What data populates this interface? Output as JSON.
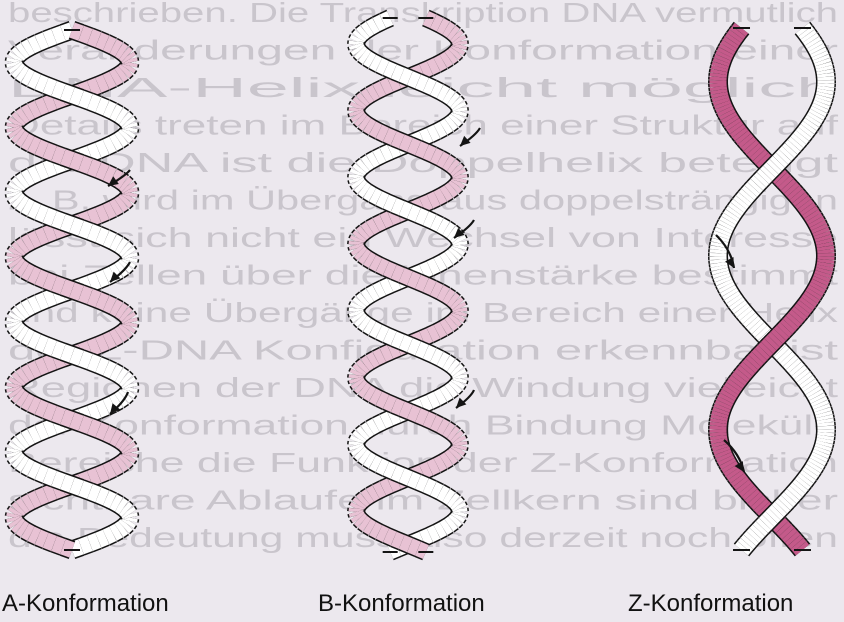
{
  "background": {
    "page_color": "#ece8ee",
    "text_color": "#c9c5cc",
    "text_lines": [
      "beschrieben. Die Transkription DNA vermutlich",
      "Veränderungen der Konformation einer",
      "DNA-Helix leicht möglich",
      "Details treten im Bereich einer Struktur auf",
      "der DNA ist die Doppelhelix beteiligt",
      "z. B. wird im Übergang aus doppelsträngigen",
      "lässt sich nicht ein Wechsel von Interesse",
      "bei Zellen über die Ionenstärke bestimmt",
      "und keine Übergänge im Bereich einer Helix",
      "der Z-DNA Konfiguration erkennbar ist",
      "Regionen der DNA die Windung vielleicht",
      "der Konformation durch Bindung Moleküle",
      "Bereiche die Funktion der Z-Konformation",
      "sichtbare Ablaufe im Zellkern sind bisher",
      "die Bedeutung muss also derzeit noch offen"
    ]
  },
  "colors": {
    "pink_light": "#e8c2d4",
    "magenta": "#c45a8a",
    "white_strand": "#ffffff",
    "outline": "#141414"
  },
  "helices": [
    {
      "id": "a",
      "label": "A-Konformation",
      "type": "right-handed",
      "arrows": 3,
      "strand_colors": [
        "pink_light",
        "white_strand"
      ]
    },
    {
      "id": "b",
      "label": "B-Konformation",
      "type": "right-handed",
      "arrows": 3,
      "strand_colors": [
        "pink_light",
        "white_strand"
      ]
    },
    {
      "id": "z",
      "label": "Z-Konformation",
      "type": "left-handed",
      "arrows": 2,
      "strand_colors": [
        "magenta",
        "white_strand"
      ]
    }
  ]
}
